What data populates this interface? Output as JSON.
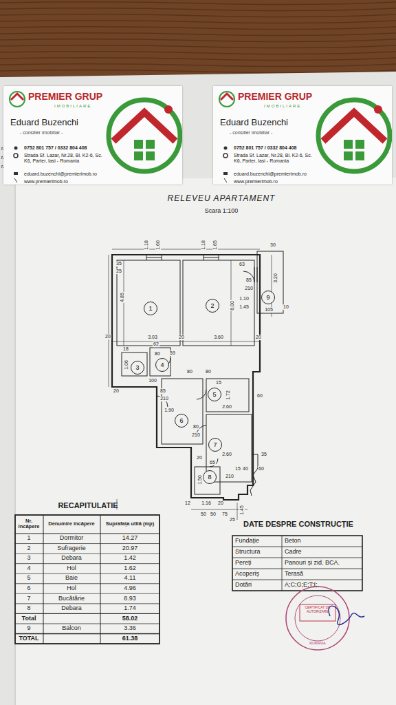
{
  "diagram": {
    "title": "RELEVEU APARTAMENT",
    "nodes": [
      {
        "text": [
          "PREMIER GRUP",
          "IMOBILIARE",
          "Eduard Buzenchi",
          "- consilier imobiliar -",
          "0752 801 757 / 0332 804 408",
          "Strada Sf. Lazar, Nr.28, Bl. K2-6, Sc. K6, Parter, Iasi - Romania",
          "eduard.buzenchi@premierimob.ro",
          "www.premierimob.ro"
        ]
      },
      {
        "text": [
          "PREMIER GRUP",
          "IMOBILIARE",
          "Eduard Buzenchi",
          "- consilier imobiliar -",
          "0752 801 757 / 0332 804 408",
          "Strada Sf. Lazar, Nr.28, Bl. K2-6, Sc. K6, Parter, Iasi - Romania",
          "eduard.buzenchi@premierimob.ro",
          "www.premierimob.ro"
        ]
      },
      {
        "text": [
          "1"
        ]
      },
      {
        "text": [
          "2"
        ]
      },
      {
        "text": [
          "3"
        ]
      },
      {
        "text": [
          "4"
        ]
      },
      {
        "text": [
          "5"
        ]
      },
      {
        "text": [
          "6"
        ]
      },
      {
        "text": [
          "7"
        ]
      },
      {
        "text": [
          "8"
        ]
      },
      {
        "text": [
          "9"
        ]
      }
    ],
    "labels": [
      "r.",
      "r.",
      "r.",
      "Scara 1:100",
      "RECAPITULATIE",
      "Nr. încăpere",
      "Denumire încăpere",
      "Suprafața utilă (mp)",
      "1",
      "Dormitor",
      "14.27",
      "2",
      "Sufragerie",
      "20.97",
      "3",
      "Debara",
      "1.42",
      "4",
      "Hol",
      "1.62",
      "5",
      "Baie",
      "4.11",
      "6",
      "Hol",
      "4.96",
      "7",
      "Bucătărie",
      "8.93",
      "8",
      "Debara",
      "1.74",
      "Total",
      "58.02",
      "9",
      "Balcon",
      "3.36",
      "TOTAL",
      "61.38",
      "DATE DESPRE CONSTRUCȚIE",
      "Fundație",
      "Beton",
      "Structura",
      "Cadre",
      "Pereți",
      "Panouri și zid. BCA.",
      "Acoperiș",
      "Terasă",
      "Dotări",
      "A;C;G;E;T;I;.",
      "CERTIFICAT DE AUTORIZARE",
      "ROMANIA",
      "1.18",
      "1.60",
      "1.18",
      "1.65",
      "30",
      "35",
      "25",
      "4.85",
      "6.00",
      "63",
      "85",
      "210",
      "3.20",
      "1.10",
      "1.45",
      "105",
      "10",
      "20",
      "3.03",
      "20",
      "3.60",
      "20",
      "62",
      "18",
      "1.06",
      "80",
      "59",
      "100",
      "20",
      "85",
      "210",
      "80",
      "80",
      "15",
      "1.72",
      "60",
      "2.60",
      "1.90",
      "80",
      "210",
      "2.60",
      "35",
      "15",
      "40",
      "60",
      "20",
      "65",
      "210",
      "1.50",
      "12",
      "1.16",
      "20",
      "50",
      "50",
      "75",
      "25",
      "1.45"
    ]
  }
}
